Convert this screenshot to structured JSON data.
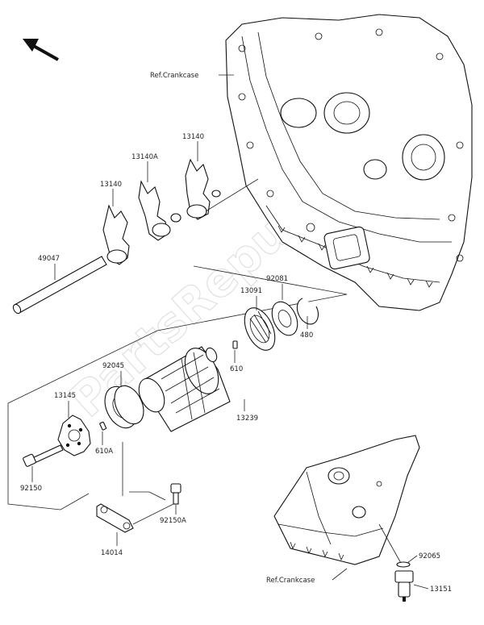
{
  "watermark": "PartsRepublik",
  "labels": {
    "ref_crankcase_top": "Ref.Crankcase",
    "ref_crankcase_bottom": "Ref.Crankcase",
    "p13140_a": "13140",
    "p13140A": "13140A",
    "p13140_b": "13140",
    "p49047": "49047",
    "p92081": "92081",
    "p13091": "13091",
    "p480": "480",
    "p610": "610",
    "p92045": "92045",
    "p13145": "13145",
    "p13239": "13239",
    "p610A": "610A",
    "p92150": "92150",
    "p92150A": "92150A",
    "p14014": "14014",
    "p92065": "92065",
    "p13151": "13151"
  }
}
